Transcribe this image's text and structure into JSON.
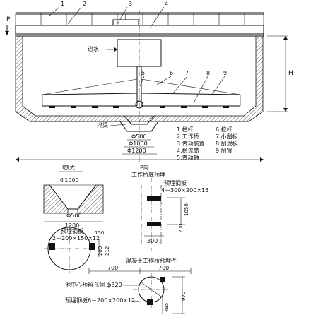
{
  "main_view": {
    "part_numbers": [
      "1",
      "2",
      "3",
      "4",
      "5",
      "6",
      "7",
      "8",
      "9"
    ],
    "view_marker": "P",
    "view_marker_top": "P向",
    "inlet_label": "进水",
    "ditch_label": "排渠",
    "height_label": "H",
    "dim_500": "Φ500",
    "dim_1000": "Φ1000",
    "dim_1200": "Φ1200",
    "legend": [
      "1.栏杆",
      "6.拉杆",
      "2.工作桥",
      "7.小刮板",
      "3.传动装置",
      "8.刮泥板",
      "4.稳流筒",
      "9.刮臂",
      "5.传动轴",
      ""
    ]
  },
  "detail_I": {
    "title": "I放大",
    "dim_top": "Φ1000",
    "dim_bottom": "Φ500",
    "dim_width": "1200",
    "embed_label": "预埋钢板",
    "embed_spec": "2－200×150×12",
    "dim_150": "150",
    "dim_200": "200",
    "dim_212": "212"
  },
  "detail_P": {
    "title": "P向",
    "subtitle": "工作桥底预埋",
    "embed_label": "预埋钢板",
    "embed_spec": "4－300×200×15",
    "dim_1050": "1050",
    "dim_200": "200",
    "dim_300": "300"
  },
  "detail_bottom": {
    "title": "混凝土工作桥预埋件",
    "dim_700_left": "700",
    "dim_700_right": "700",
    "hole_label": "池中心预留孔洞 ф320",
    "embed_label": "预埋钢板6－200×200×12",
    "dim_970": "970",
    "dim_485": "485"
  }
}
